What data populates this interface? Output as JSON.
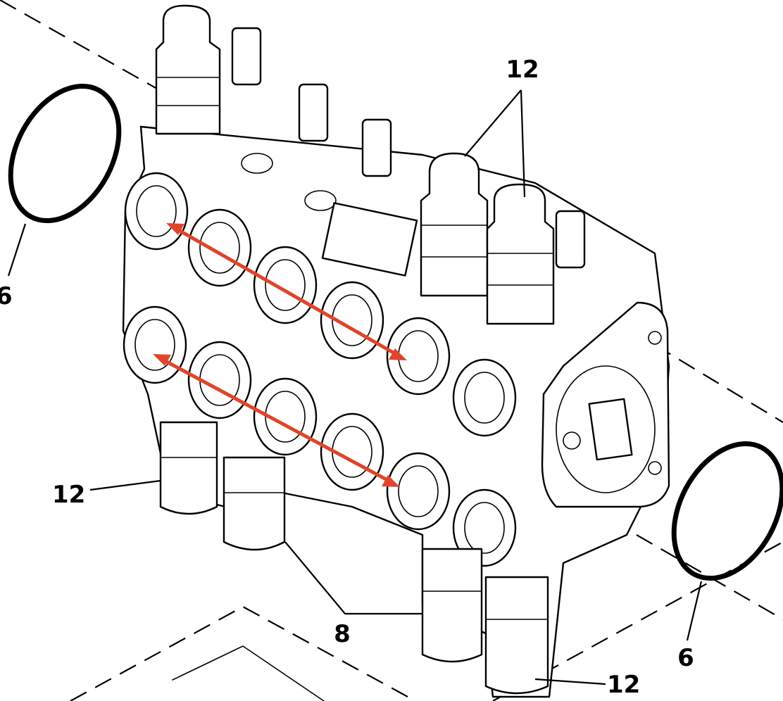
{
  "callouts": {
    "top_right": "12",
    "left_ring": "6",
    "left_bottom": "12",
    "center_bottom": "8",
    "right_ring": "6",
    "bottom_right": "12"
  },
  "arrows": {
    "color": "#e0442a"
  },
  "colors": {
    "line": "#000000",
    "background": "#ffffff"
  }
}
